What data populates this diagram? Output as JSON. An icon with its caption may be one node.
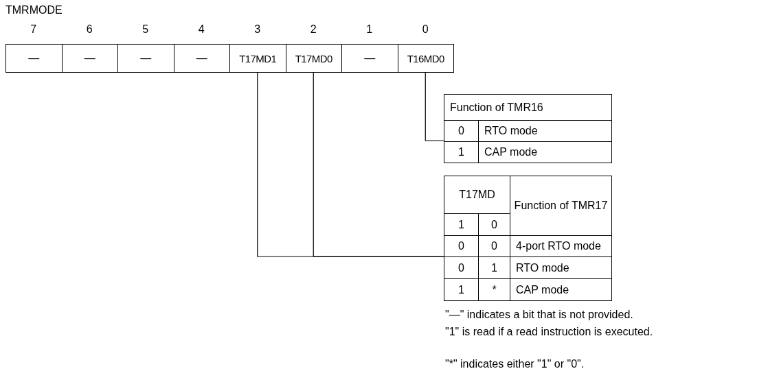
{
  "diagram": {
    "nodes": [
      {
        "text": [
          "—"
        ]
      },
      {
        "text": [
          "—"
        ]
      },
      {
        "text": [
          "—"
        ]
      },
      {
        "text": [
          "—"
        ]
      },
      {
        "text": [
          "T17MD1"
        ]
      },
      {
        "text": [
          "T17MD0"
        ]
      },
      {
        "text": [
          "—"
        ]
      },
      {
        "text": [
          "T16MD0"
        ]
      },
      {
        "text": [
          "Function of TMR16",
          "0",
          "RTO mode",
          "1",
          "CAP mode"
        ]
      },
      {
        "text": [
          "T17MD",
          "Function of TMR17",
          "1",
          "0",
          "0",
          "0",
          "4-port RTO mode",
          "0",
          "1",
          "RTO mode",
          "1",
          "*",
          "CAP mode"
        ]
      }
    ],
    "edges": [
      {
        "from": 7,
        "to": 8,
        "arrow": "none"
      },
      {
        "from": 4,
        "to": 9,
        "arrow": "none"
      },
      {
        "from": 5,
        "to": 9,
        "arrow": "none"
      }
    ],
    "labels": [
      "TMRMODE",
      "7",
      "6",
      "5",
      "4",
      "3",
      "2",
      "1",
      "0",
      "\"—\" indicates a bit that is not provided.",
      "\"1\" is read if a read instruction is executed.",
      "\"*\" indicates either \"1\" or \"0\"."
    ]
  }
}
